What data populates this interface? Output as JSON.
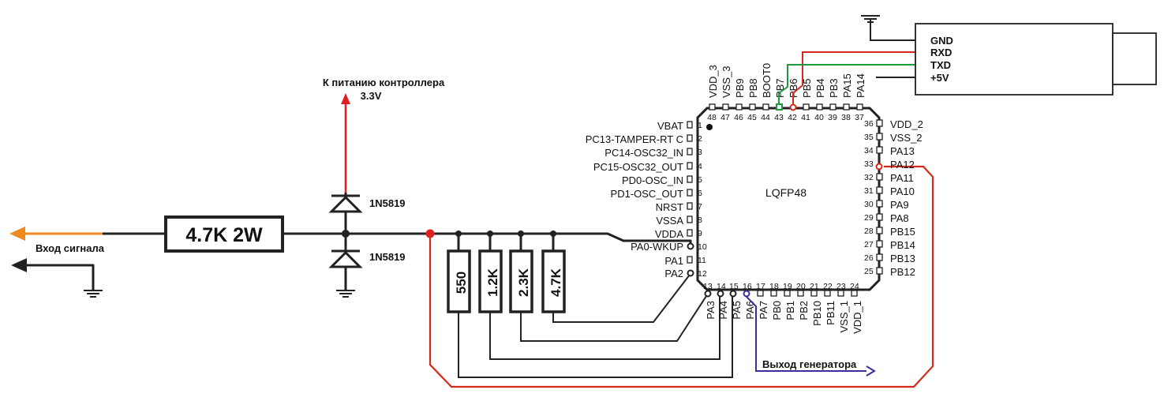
{
  "chip": {
    "name": "LQFP48",
    "left_pins": [
      {
        "num": "1",
        "name": "VBAT"
      },
      {
        "num": "2",
        "name": "PC13-TAMPER-RT C"
      },
      {
        "num": "3",
        "name": "PC14-OSC32_IN"
      },
      {
        "num": "4",
        "name": "PC15-OSC32_OUT"
      },
      {
        "num": "5",
        "name": "PD0-OSC_IN"
      },
      {
        "num": "6",
        "name": "PD1-OSC_OUT"
      },
      {
        "num": "7",
        "name": "NRST"
      },
      {
        "num": "8",
        "name": "VSSA"
      },
      {
        "num": "9",
        "name": "VDDA"
      },
      {
        "num": "10",
        "name": "PA0-WKUP"
      },
      {
        "num": "11",
        "name": "PA1"
      },
      {
        "num": "12",
        "name": "PA2"
      }
    ],
    "bottom_pins": [
      {
        "num": "13",
        "name": "PA3"
      },
      {
        "num": "14",
        "name": "PA4"
      },
      {
        "num": "15",
        "name": "PA5"
      },
      {
        "num": "16",
        "name": "PA6"
      },
      {
        "num": "17",
        "name": "PA7"
      },
      {
        "num": "18",
        "name": "PB0"
      },
      {
        "num": "19",
        "name": "PB1"
      },
      {
        "num": "20",
        "name": "PB2"
      },
      {
        "num": "21",
        "name": "PB10"
      },
      {
        "num": "22",
        "name": "PB11"
      },
      {
        "num": "23",
        "name": "VSS_1"
      },
      {
        "num": "24",
        "name": "VDD_1"
      }
    ],
    "right_pins": [
      {
        "num": "25",
        "name": "PB12"
      },
      {
        "num": "26",
        "name": "PB13"
      },
      {
        "num": "27",
        "name": "PB14"
      },
      {
        "num": "28",
        "name": "PB15"
      },
      {
        "num": "29",
        "name": "PA8"
      },
      {
        "num": "30",
        "name": "PA9"
      },
      {
        "num": "31",
        "name": "PA10"
      },
      {
        "num": "32",
        "name": "PA11"
      },
      {
        "num": "33",
        "name": "PA12"
      },
      {
        "num": "34",
        "name": "PA13"
      },
      {
        "num": "35",
        "name": "VSS_2"
      },
      {
        "num": "36",
        "name": "VDD_2"
      }
    ],
    "top_pins": [
      {
        "num": "37",
        "name": "PA14"
      },
      {
        "num": "38",
        "name": "PA15"
      },
      {
        "num": "39",
        "name": "PB3"
      },
      {
        "num": "40",
        "name": "PB4"
      },
      {
        "num": "41",
        "name": "PB5"
      },
      {
        "num": "42",
        "name": "PB6"
      },
      {
        "num": "43",
        "name": "PB7"
      },
      {
        "num": "44",
        "name": "BOOT0"
      },
      {
        "num": "45",
        "name": "PB8"
      },
      {
        "num": "46",
        "name": "PB9"
      },
      {
        "num": "47",
        "name": "VSS_3"
      },
      {
        "num": "48",
        "name": "VDD_3"
      }
    ]
  },
  "input": {
    "label": "Вход сигнала",
    "series_resistor": "4.7K 2W",
    "diode_top": "1N5819",
    "diode_bottom": "1N5819",
    "supply_label_1": "К питанию контроллера",
    "supply_label_2": "3.3V"
  },
  "divider_resistors": [
    "550",
    "1.2K",
    "2.3K",
    "4.7K"
  ],
  "connector": {
    "pins": [
      "GND",
      "RXD",
      "TXD",
      "+5V"
    ]
  },
  "output_label": "Выход генератора",
  "colors": {
    "wire": "#222222",
    "input_arrow": "#f08a1e",
    "supply_wire": "#e02020",
    "usb_rx_wire": "#d42a1a",
    "usb_tx_wire": "#1f9a3a",
    "output_wire": "#3b2f9a"
  }
}
